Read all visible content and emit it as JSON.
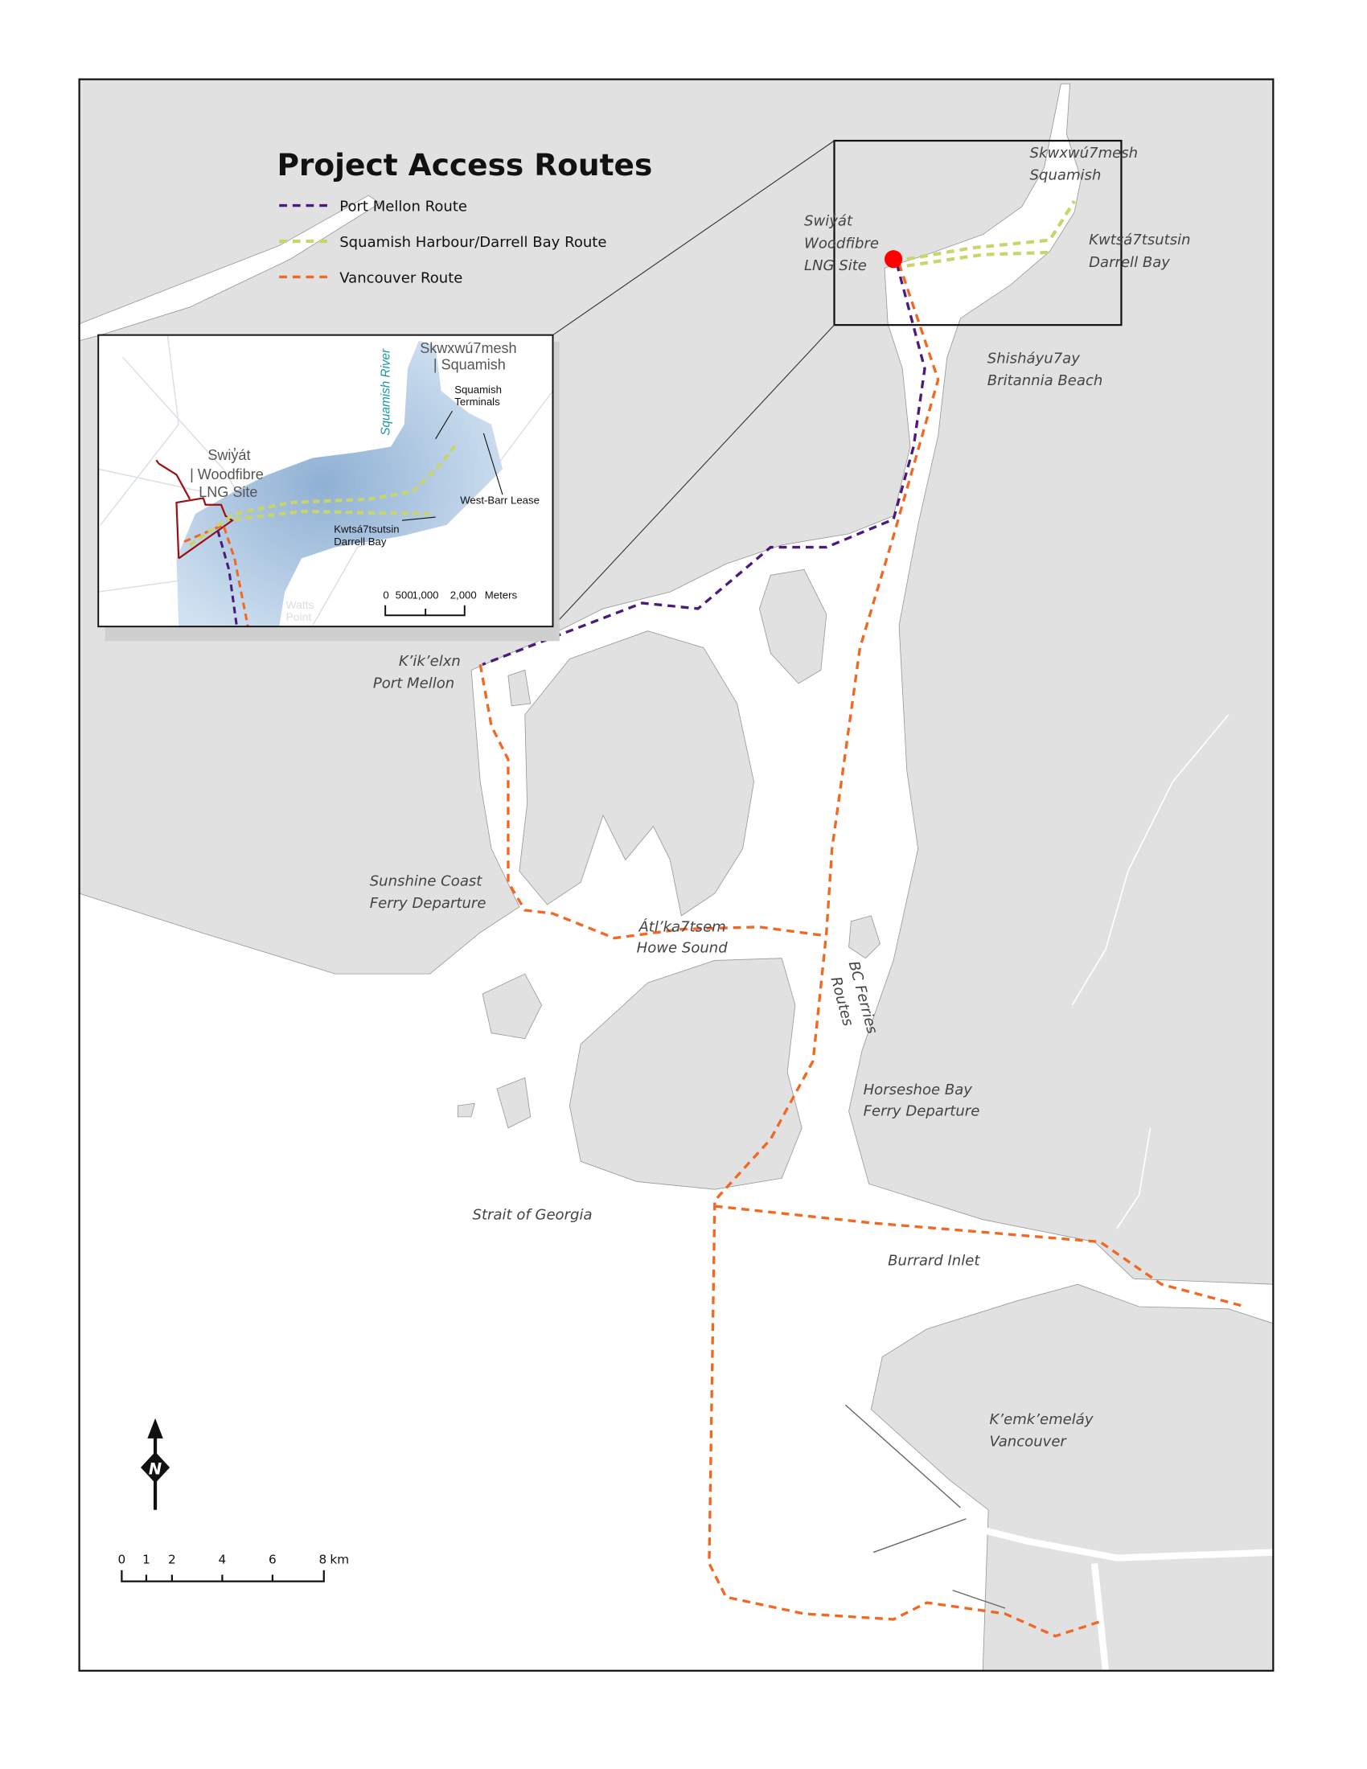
{
  "title": "Project Access Routes",
  "legend": [
    {
      "label": "Port Mellon Route",
      "color": "#4b1a7a"
    },
    {
      "label": "Squamish Harbour/Darrell Bay Route",
      "color": "#c9d46a"
    },
    {
      "label": "Vancouver Route",
      "color": "#f26722"
    }
  ],
  "colors": {
    "land": "#e1e1e1",
    "water": "#ffffff",
    "site_marker": "#ff0000",
    "inset_water": "#a9c4df",
    "site_boundary": "#9b1111"
  },
  "labels": {
    "squamish_1": "Skwxwú7mesh",
    "squamish_2": "Squamish",
    "woodfibre_1": "Swiy̓át",
    "woodfibre_2": "Woodfibre",
    "woodfibre_3": "LNG Site",
    "darrell_1": "Kwtsá7tsutsin",
    "darrell_2": "Darrell Bay",
    "britannia_1": "Shisháyu7ay",
    "britannia_2": "Britannia Beach",
    "portmellon_1": "K’ik’elxn",
    "portmellon_2": "Port Mellon",
    "sunshine_1": "Sunshine Coast",
    "sunshine_2": "Ferry Departure",
    "howe_1": "Átl’ka7tsem",
    "howe_2": "Howe Sound",
    "bcferries_1": "BC Ferries",
    "bcferries_2": "Routes",
    "horseshoe_1": "Horseshoe Bay",
    "horseshoe_2": "Ferry Departure",
    "georgia": "Strait of Georgia",
    "burrard": "Burrard Inlet",
    "vancouver_1": "K’emk’emeláy",
    "vancouver_2": "Vancouver"
  },
  "inset": {
    "squamish_1": "Skwxwú7mesh",
    "squamish_2": "| Squamish",
    "river": "Squamish River",
    "terminals_1": "Squamish",
    "terminals_2": "Terminals",
    "site_1": "Swiy̓át",
    "site_2": "| Woodfibre",
    "site_3": "LNG Site",
    "westbarr": "West-Barr Lease",
    "darrell_1": "Kwtsá7tsutsin",
    "darrell_2": "Darrell Bay",
    "watts_1": "Watts",
    "watts_2": "Point",
    "scale_ticks": [
      "0",
      "500",
      "1,000",
      "2,000"
    ],
    "scale_unit": "Meters"
  },
  "north_arrow": "N",
  "scale_bar": {
    "ticks": [
      "0",
      "1",
      "2",
      "4",
      "6",
      "8"
    ],
    "unit": "km"
  }
}
